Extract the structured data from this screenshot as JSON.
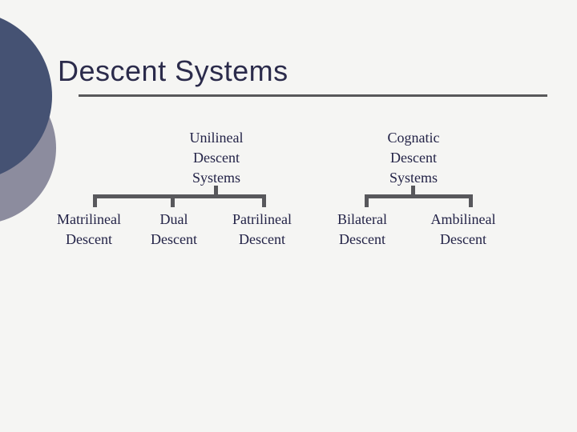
{
  "slide": {
    "title": "Descent Systems",
    "colors": {
      "background": "#f5f5f3",
      "title_text": "#2b2b4b",
      "body_text": "#232347",
      "rule_and_connectors": "#58585c",
      "decor_circle_navy": "#455273",
      "decor_circle_gray": "#8c8c9e"
    },
    "diagram": {
      "left_tree": {
        "parent": "Unilineal\nDescent\nSystems",
        "children": [
          "Matrilineal\nDescent",
          "Dual\nDescent",
          "Patrilineal\nDescent"
        ]
      },
      "right_tree": {
        "parent": "Cognatic\nDescent\nSystems",
        "children": [
          "Bilateral\nDescent",
          "Ambilineal\nDescent"
        ]
      }
    }
  }
}
